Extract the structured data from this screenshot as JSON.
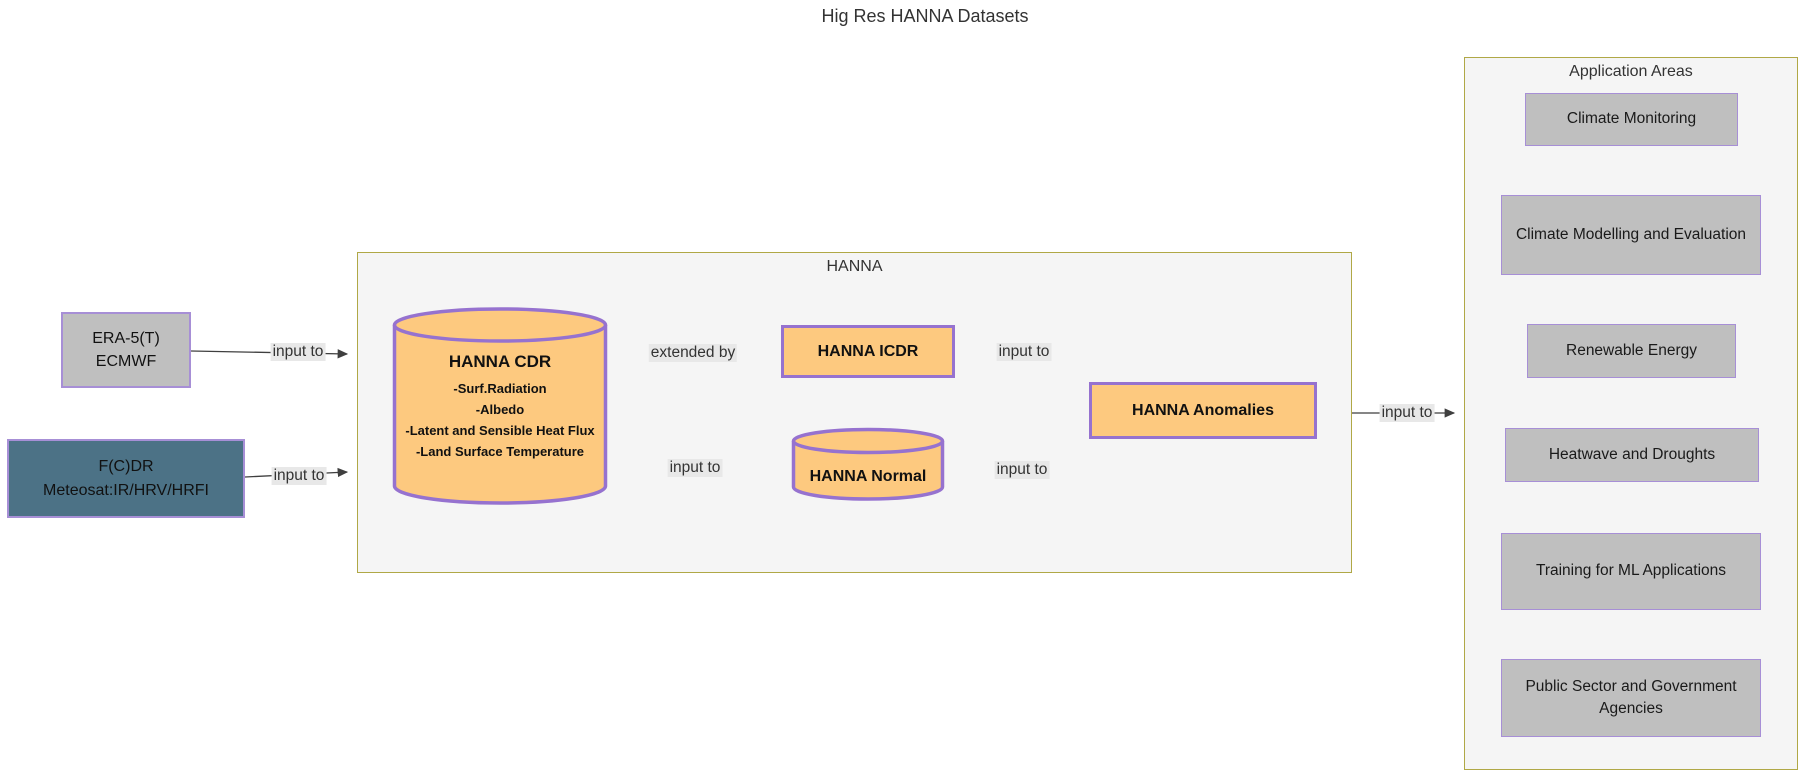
{
  "title": "Hig Res HANNA Datasets",
  "sources": {
    "era5": {
      "line1": "ERA-5(T)",
      "line2": "ECMWF"
    },
    "fcdr": {
      "line1": "F(C)DR",
      "line2": "Meteosat:IR/HRV/HRFI"
    }
  },
  "hanna": {
    "label": "HANNA",
    "cdr": {
      "title": "HANNA CDR",
      "items": [
        "-Surf.Radiation",
        "-Albedo",
        "-Latent and Sensible Heat Flux",
        "-Land Surface Temperature"
      ]
    },
    "icdr": {
      "label": "HANNA ICDR"
    },
    "normal": {
      "label": "HANNA Normal"
    },
    "anomalies": {
      "label": "HANNA Anomalies"
    }
  },
  "application_areas": {
    "label": "Application Areas",
    "items": [
      "Climate Monitoring",
      "Climate Modelling and Evaluation",
      "Renewable Energy",
      "Heatwave and Droughts",
      "Training for ML Applications",
      "Public Sector and Government Agencies"
    ]
  },
  "edges": [
    {
      "from": "ERA-5(T) ECMWF",
      "to": "HANNA",
      "label": "input to"
    },
    {
      "from": "F(C)DR Meteosat",
      "to": "HANNA",
      "label": "input to"
    },
    {
      "from": "HANNA CDR",
      "to": "HANNA ICDR",
      "label": "extended by"
    },
    {
      "from": "HANNA CDR",
      "to": "HANNA Normal",
      "label": "input to"
    },
    {
      "from": "HANNA ICDR",
      "to": "HANNA Anomalies",
      "label": "input to"
    },
    {
      "from": "HANNA Normal",
      "to": "HANNA Anomalies",
      "label": "input to"
    },
    {
      "from": "HANNA",
      "to": "Application Areas",
      "label": "input to"
    }
  ],
  "colors": {
    "node_orange": "#fdc97f",
    "border_purple": "#9672cf",
    "border_light_purple": "#a78fd6",
    "node_gray": "#bfbfbf",
    "node_dark_slate": "#4c7286",
    "group_fill": "#f5f5f5",
    "group_border_olive": "#b0a846",
    "edge_label_bg": "#e8e8e8",
    "edge_line": "#3f3f3f"
  }
}
